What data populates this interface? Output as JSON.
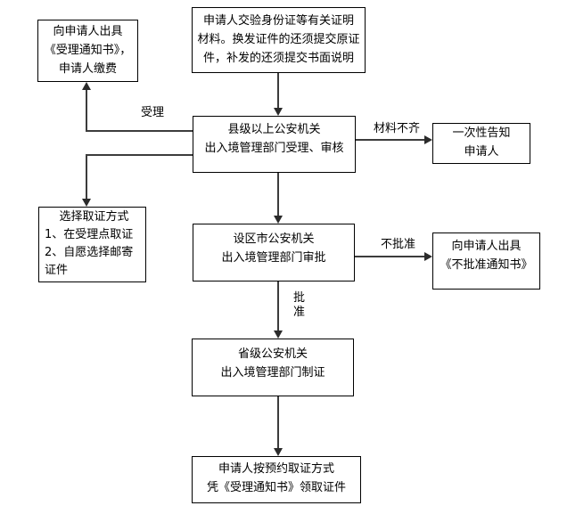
{
  "diagram": {
    "type": "flowchart",
    "nodes": {
      "issue_acceptance_notice": {
        "lines": [
          "向申请人出具",
          "《受理通知书》，",
          "申请人缴费"
        ]
      },
      "submit_documents": {
        "lines": [
          "申请人交验身份证等有关证明",
          "材料。换发证件的还须提交原证",
          "件，补发的还须提交书面说明"
        ]
      },
      "county_accept_review": {
        "lines": [
          "县级以上公安机关",
          "出入境管理部门受理、审核"
        ]
      },
      "inform_applicant_once": {
        "lines": [
          "一次性告知",
          "申请人"
        ]
      },
      "choose_collection_method": {
        "lines": [
          "选择取证方式",
          "1、在受理点取证",
          "2、自愿选择邮寄",
          "证件"
        ]
      },
      "city_approval": {
        "lines": [
          "设区市公安机关",
          "出入境管理部门审批"
        ]
      },
      "issue_rejection_notice": {
        "lines": [
          "向申请人出具",
          "《不批准通知书》"
        ]
      },
      "province_produce_certificate": {
        "lines": [
          "省级公安机关",
          "出入境管理部门制证"
        ]
      },
      "collect_certificate": {
        "lines": [
          "申请人按预约取证方式",
          "凭《受理通知书》领取证件"
        ]
      }
    },
    "edge_labels": {
      "accepted": "受理",
      "materials_incomplete": "材料不齐",
      "not_approved": "不批准",
      "approved": "批准"
    },
    "colors": {
      "background": "#ffffff",
      "box_border": "#000000",
      "line": "#3c3c3c",
      "text": "#000000"
    }
  }
}
